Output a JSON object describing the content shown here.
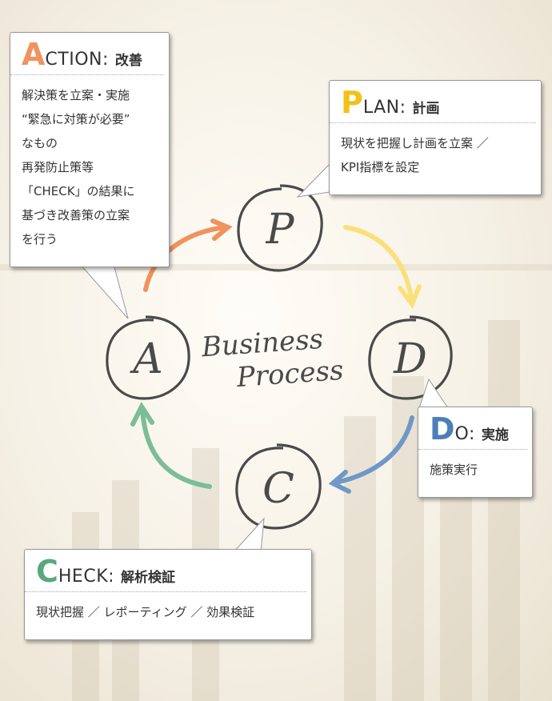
{
  "colors": {
    "action": "#f0935e",
    "plan": "#f2c21b",
    "do": "#4d7fb8",
    "check": "#5aa780",
    "stroke": "#4a4a4a"
  },
  "center": {
    "line1": "Business",
    "line2": "Process"
  },
  "nodes": {
    "p": "P",
    "d": "D",
    "c": "C",
    "a": "A"
  },
  "action": {
    "initial": "A",
    "rest": "CTION:",
    "jp": "改善",
    "body": "解決策を立案・実施\n“緊急に対策が必要”\nなもの\n再発防止策等\n「CHECK」の結果に\n基づき改善策の立案\nを行う"
  },
  "plan": {
    "initial": "P",
    "rest": "LAN:",
    "jp": "計画",
    "body": "現状を把握し計画を立案 ／\nKPI指標を設定"
  },
  "do": {
    "initial": "D",
    "rest": "O:",
    "jp": "実施",
    "body": "施策実行"
  },
  "check": {
    "initial": "C",
    "rest": "HECK:",
    "jp": "解析検証",
    "body": "現状把握 ／ レポーティング ／ 効果検証"
  }
}
